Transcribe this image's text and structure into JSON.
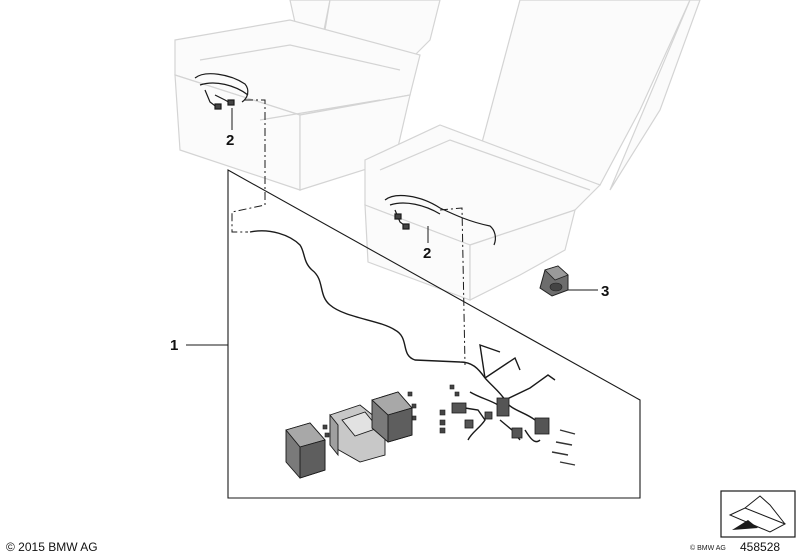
{
  "callouts": {
    "harness_set": "1",
    "seat_harness_left": "2",
    "seat_harness_right": "2",
    "control_unit": "3"
  },
  "footer": {
    "copyright": "© 2015 BMW AG",
    "brand_small": "© BMW AG",
    "diagram_id": "458528"
  },
  "icons": [
    "view-direction-arrow-icon"
  ],
  "colors": {
    "line": "#1a1a1a",
    "seat_outline": "#cfcfcf",
    "part_fill": "#7a7a7a"
  }
}
